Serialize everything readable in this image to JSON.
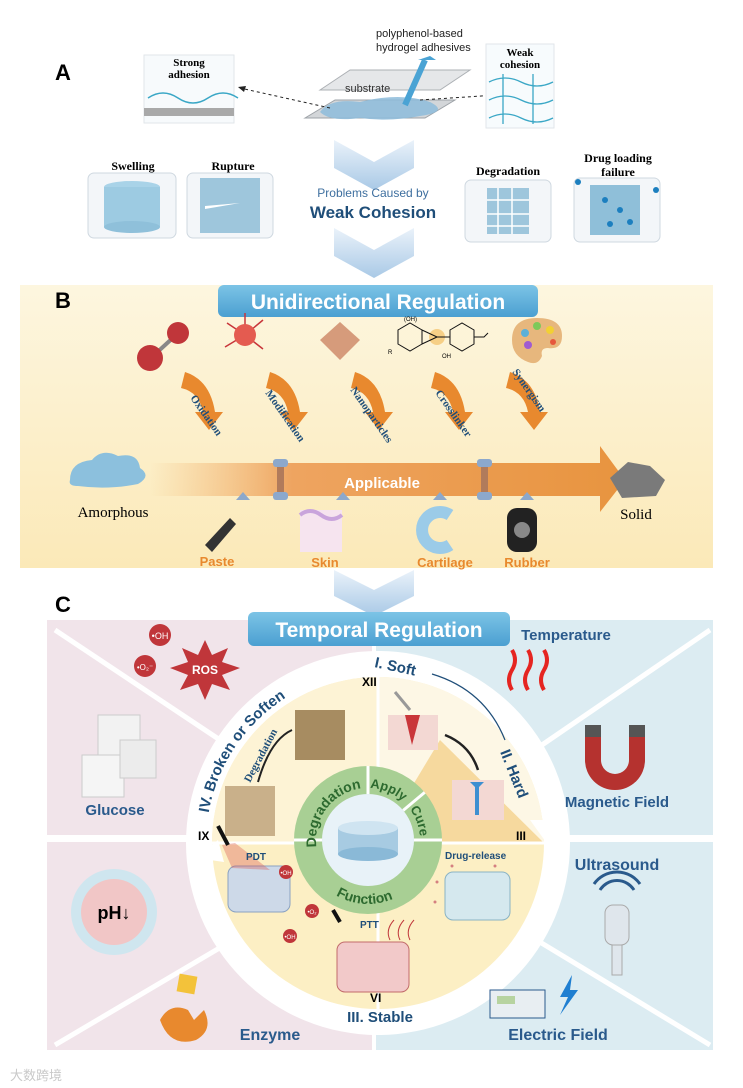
{
  "panel_a": {
    "label": "A",
    "strong_adhesion": [
      "Strong",
      "adhesion"
    ],
    "weak_cohesion": [
      "Weak",
      "cohesion"
    ],
    "adhesive_label": [
      "polyphenol-based",
      "hydrogel adhesives"
    ],
    "substrate": "substrate",
    "problems_title": "Problems Caused by",
    "problems_emphasis": "Weak Cohesion",
    "problems": [
      "Swelling",
      "Rupture",
      "Degradation"
    ],
    "drug_loading": [
      "Drug loading",
      "failure"
    ]
  },
  "panel_b": {
    "label": "B",
    "title": "Unidirectional Regulation",
    "strategies": [
      "Oxidation",
      "Modification",
      "Nanoparticles",
      "Crosslinker",
      "Synergism"
    ],
    "start": "Amorphous",
    "end": "Solid",
    "arrow_label": "Applicable",
    "applications": [
      "Paste",
      "Skin",
      "Cartilage",
      "Rubber"
    ],
    "molecule_labels": [
      "(OH)",
      "OH",
      "R"
    ]
  },
  "panel_c": {
    "label": "C",
    "title": "Temporal Regulation",
    "stimuli_left": [
      "ROS",
      "Glucose",
      "pH↓",
      "Enzyme"
    ],
    "ros_species": [
      "•OH",
      "•O₂⁻"
    ],
    "stimuli_right": [
      "Temperature",
      "Magnetic Field",
      "Ultrasound",
      "Electric Field"
    ],
    "stages": [
      "I. Soft",
      "II. Hard",
      "III. Stable",
      "IV. Broken or Soften"
    ],
    "clock": [
      "XII",
      "III",
      "VI",
      "IX"
    ],
    "inner_ring": [
      "Apply",
      "Cure",
      "Function",
      "Degradation"
    ],
    "degradation_label": "Degradation",
    "function_labels": [
      "PDT",
      "PTT",
      "Drug-release"
    ],
    "radicals": [
      "•OH",
      "•O₂",
      "•OH"
    ]
  },
  "watermark": "大数跨境",
  "colors": {
    "accent_blue": "#1f4e79",
    "title_blue": "#5aaed8",
    "orange": "#e8892e",
    "pink_panel": "#f1e4ea",
    "blue_panel": "#dcecf2",
    "yellow": "#fbeab0",
    "green_ring": "#9fc88a"
  }
}
